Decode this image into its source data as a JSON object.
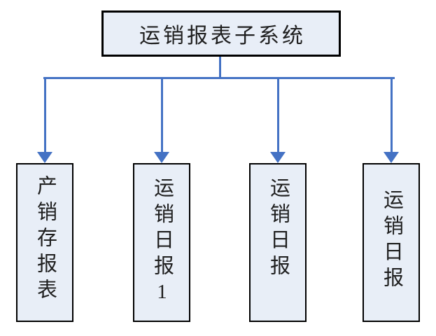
{
  "diagram": {
    "root": {
      "label": "运销报表子系统"
    },
    "children": [
      {
        "label": "产销存报表"
      },
      {
        "label": "运销日报1"
      },
      {
        "label": "运销日报"
      },
      {
        "label": "运销日报"
      }
    ],
    "colors": {
      "connector": "#4472c4",
      "box_fill": "#e8eef7",
      "box_border": "#000000",
      "text": "#1f1f1f",
      "background": "#ffffff"
    }
  }
}
